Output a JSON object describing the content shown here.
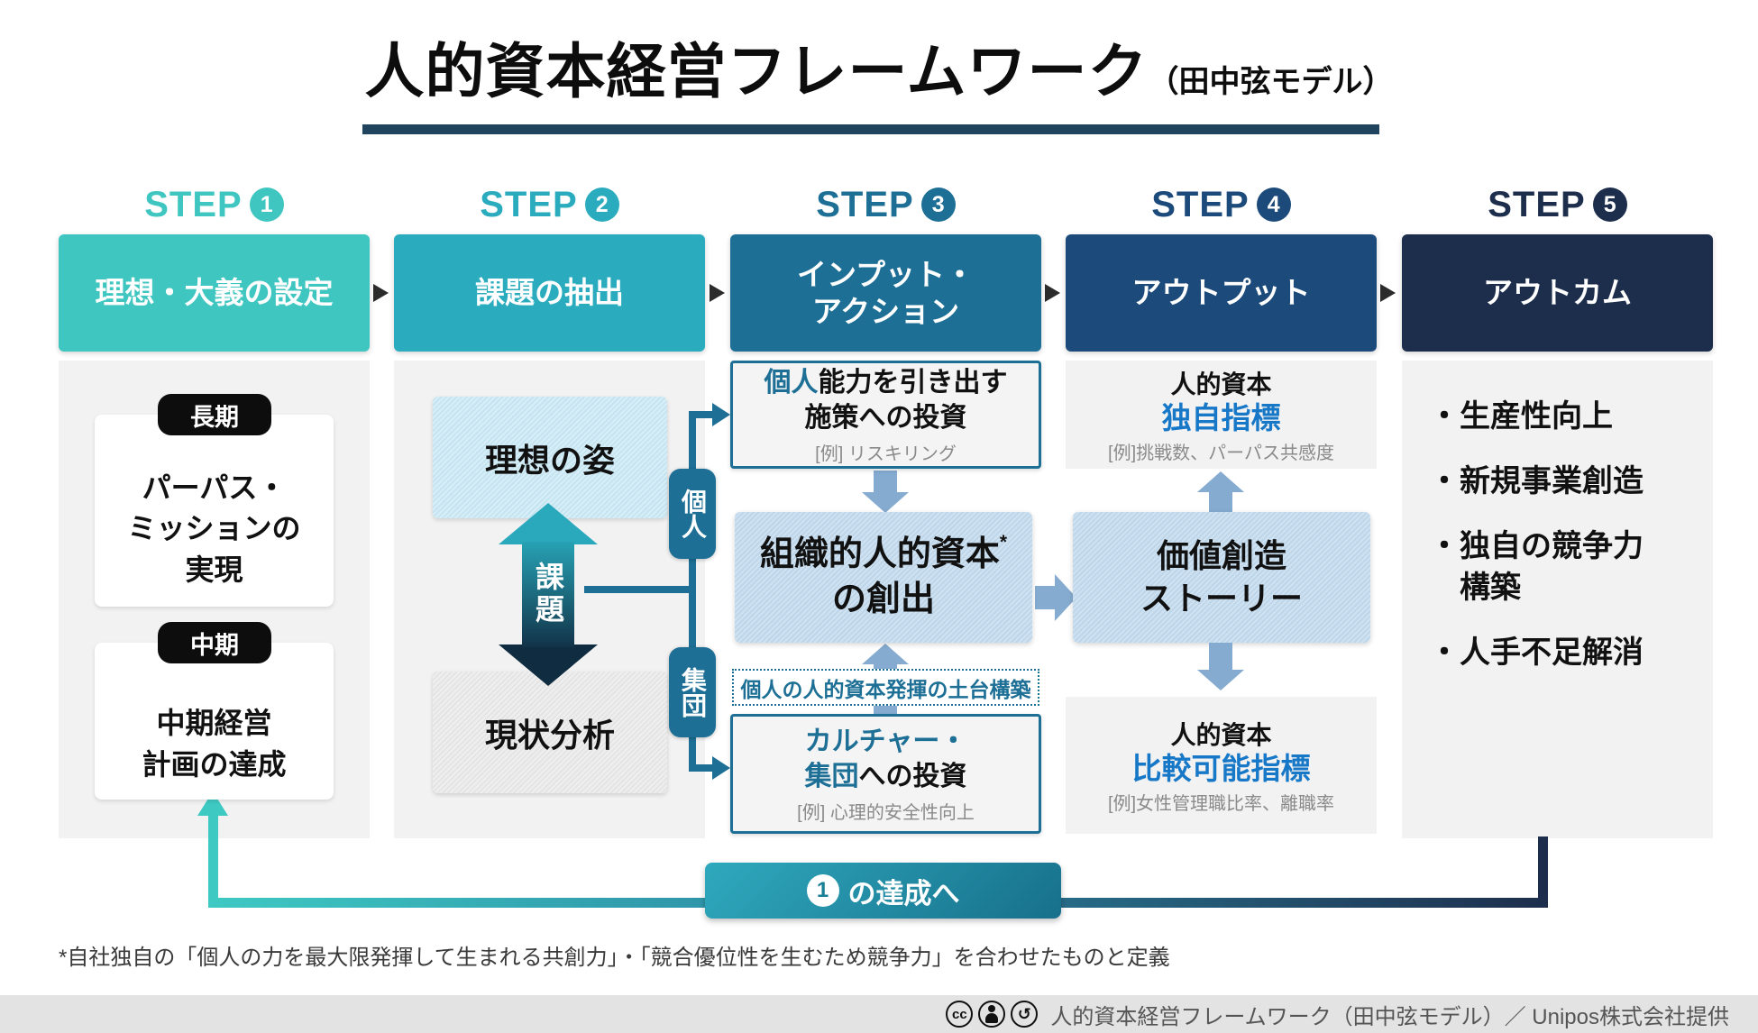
{
  "title": {
    "main": "人的資本経営フレームワーク",
    "sub": "（田中弦モデル）"
  },
  "steps": [
    {
      "label": "STEP",
      "num": "1",
      "header": "理想・大義の設定"
    },
    {
      "label": "STEP",
      "num": "2",
      "header": "課題の抽出"
    },
    {
      "label": "STEP",
      "num": "3",
      "header": "インプット・\nアクション"
    },
    {
      "label": "STEP",
      "num": "4",
      "header": "アウトプット"
    },
    {
      "label": "STEP",
      "num": "5",
      "header": "アウトカム"
    }
  ],
  "col1": {
    "badge_long": "長期",
    "card_long": "パーパス・\nミッションの\n実現",
    "badge_mid": "中期",
    "card_mid": "中期経営\n計画の達成"
  },
  "col2": {
    "ideal": "理想の姿",
    "gap_label": "課題",
    "current": "現状分析",
    "pill_individual": "個人",
    "pill_group": "集団"
  },
  "col3": {
    "top_box": {
      "highlight": "個人",
      "rest": "能力を引き出す",
      "line2": "施策への投資",
      "example": "[例] リスキリング"
    },
    "middle_box": {
      "line1": "組織的人的資本",
      "sup": "*",
      "line2": "の創出"
    },
    "foundation": "個人の人的資本発揮の土台構築",
    "bottom_box": {
      "highlight1": "カルチャー・",
      "highlight2": "集団",
      "rest": "への投資",
      "example": "[例] 心理的安全性向上"
    }
  },
  "col4": {
    "top_box": {
      "line1": "人的資本",
      "line2": "独自指標",
      "example": "[例]挑戦数、パーパス共感度"
    },
    "middle_box": "価値創造\nストーリー",
    "bottom_box": {
      "line1": "人的資本",
      "line2": "比較可能指標",
      "example": "[例]女性管理職比率、離職率"
    }
  },
  "col5": {
    "bullet": "・",
    "items": [
      "生産性向上",
      "新規事業創造",
      "独自の競争力\n構築",
      "人手不足解消"
    ]
  },
  "banner": {
    "num": "1",
    "text": "の達成へ"
  },
  "footnote": "*自社独自の「個人の力を最大限発揮して生まれる共創力」・「競合優位性を生むため競争力」を合わせたものと定義",
  "footer": {
    "cc_glyph": "cc",
    "sa_glyph": "↺",
    "credit": "人的資本経営フレームワーク（田中弦モデル）／ Unipos株式会社提供"
  },
  "colors": {
    "step1": "#3fc6c0",
    "step2": "#2aacbe",
    "step3": "#1d6f96",
    "step4": "#1c4a7a",
    "step5": "#1d2e4d",
    "connector": "#1d6f96",
    "block_arrow": "#85abd0",
    "accent_blue": "#1878c8",
    "underline": "#20445e",
    "panel_gray": "#f2f2f2",
    "banner_teal": "#2fa9bd",
    "feedback_teal": "#3ec9c3"
  }
}
